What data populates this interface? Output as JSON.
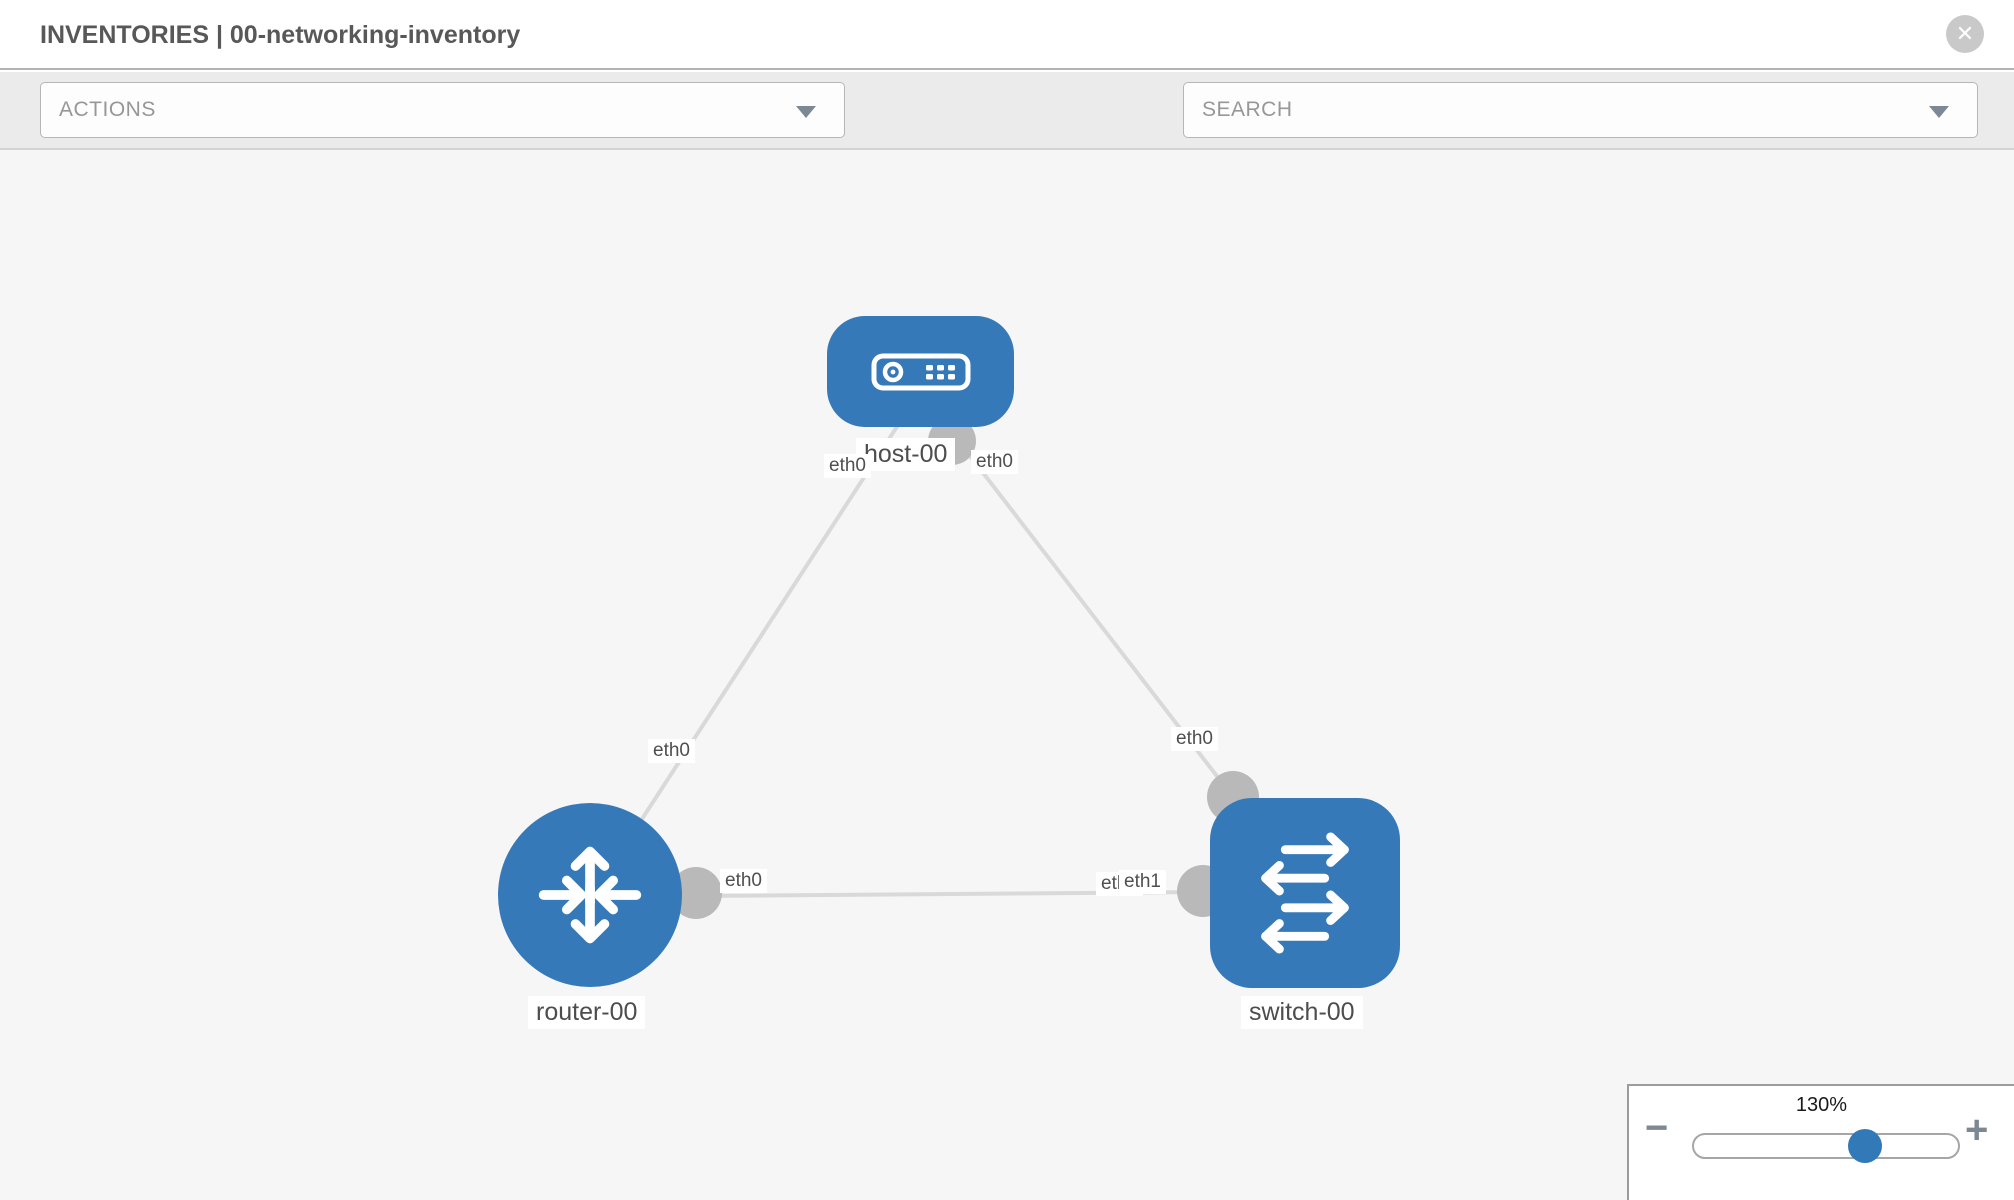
{
  "header": {
    "title": "INVENTORIES | 00-networking-inventory",
    "close_glyph": "✕"
  },
  "toolbar": {
    "actions_placeholder": "ACTIONS",
    "search_placeholder": "SEARCH",
    "icons": [
      "wrench-icon",
      "key-icon"
    ]
  },
  "graph": {
    "nodes": [
      {
        "id": "host-00",
        "label": "host-00",
        "type": "host"
      },
      {
        "id": "router-00",
        "label": "router-00",
        "type": "router"
      },
      {
        "id": "switch-00",
        "label": "switch-00",
        "type": "switch"
      }
    ],
    "edges": [
      {
        "from": "host-00",
        "to": "router-00",
        "from_label": "eth0",
        "to_label": "eth0"
      },
      {
        "from": "host-00",
        "to": "switch-00",
        "from_label": "eth0",
        "to_label": "eth0"
      },
      {
        "from": "router-00",
        "to": "switch-00",
        "from_label": "eth0",
        "to_label_back": "eth0",
        "to_label_front": "eth1"
      }
    ]
  },
  "zoom_control": {
    "value": "130%",
    "minus_label": "−",
    "plus_label": "+"
  },
  "colors": {
    "node_blue": "#3579b8",
    "port_gray": "#b9b9b9",
    "edge_gray": "#d9d9d9",
    "canvas_bg": "#f6f6f6",
    "toolbar_bg": "#ebebeb",
    "icon_gray": "#8b97a3",
    "thumb_blue": "#3279b7"
  }
}
